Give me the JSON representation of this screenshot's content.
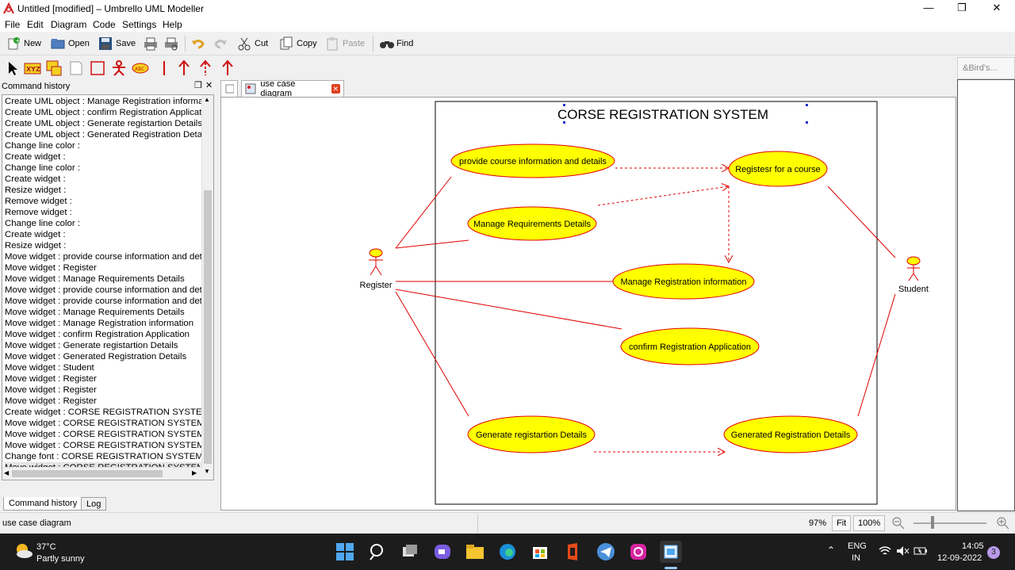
{
  "window": {
    "title": "Untitled [modified] – Umbrello UML Modeller",
    "minimize": "—",
    "maximize": "❐",
    "close": "✕"
  },
  "menu": [
    "File",
    "Edit",
    "Diagram",
    "Code",
    "Settings",
    "Help"
  ],
  "toolbar": {
    "new": "New",
    "open": "Open",
    "save": "Save",
    "cut": "Cut",
    "copy": "Copy",
    "paste": "Paste",
    "find": "Find"
  },
  "command_history": {
    "title": "Command history",
    "items": [
      "Create UML object : Manage Registration informat",
      "Create UML object : confirm Registration Applicati",
      "Create UML object : Generate registartion Details",
      "Create UML object : Generated Registration Details",
      "Change line color :",
      "Create widget :",
      "Change line color :",
      "Create widget :",
      "Resize widget :",
      "Remove widget :",
      "Remove widget :",
      "Change line color :",
      "Create widget :",
      "Resize widget :",
      "Move widget : provide course information and det",
      "Move widget : Register",
      "Move widget : Manage Requirements Details",
      "Move widget : provide course information and det",
      "Move widget : provide course information and det",
      "Move widget : Manage Requirements Details",
      "Move widget : Manage Registration information",
      "Move widget : confirm Registration Application",
      "Move widget : Generate registartion Details",
      "Move widget : Generated Registration Details",
      "Move widget : Student",
      "Move widget : Register",
      "Move widget : Register",
      "Move widget : Register",
      "Create widget : CORSE REGISTRATION SYSTEM",
      "Move widget : CORSE REGISTRATION SYSTEM",
      "Move widget : CORSE REGISTRATION SYSTEM",
      "Move widget : CORSE REGISTRATION SYSTEM",
      "Change font : CORSE REGISTRATION SYSTEM",
      "Move widget : CORSE REGISTRATION SYSTEM"
    ],
    "tabs": [
      "Command history",
      "Log"
    ]
  },
  "doc_tab": "use case diagram",
  "birdview_tab": "&Bird's...",
  "diagram": {
    "title": "CORSE REGISTRATION SYSTEM",
    "actors": {
      "register": "Register",
      "student": "Student"
    },
    "usecases": {
      "provide": "provide course information and details",
      "registers": "Registesr for a course",
      "manage_req": "Manage Requirements Details",
      "manage_reg": "Manage Registration information",
      "confirm": "confirm Registration Application",
      "generate": "Generate registartion Details",
      "generated": "Generated Registration Details"
    },
    "colors": {
      "usecase_fill": "#ffff00",
      "line": "#e00000"
    }
  },
  "statusbar": {
    "left": "use case diagram",
    "zoom": "97%",
    "fit": "Fit",
    "hundred": "100%"
  },
  "taskbar": {
    "temp": "37°C",
    "weather": "Partly sunny",
    "lang1": "ENG",
    "lang2": "IN",
    "time": "14:05",
    "date": "12-09-2022",
    "badge": "3"
  }
}
